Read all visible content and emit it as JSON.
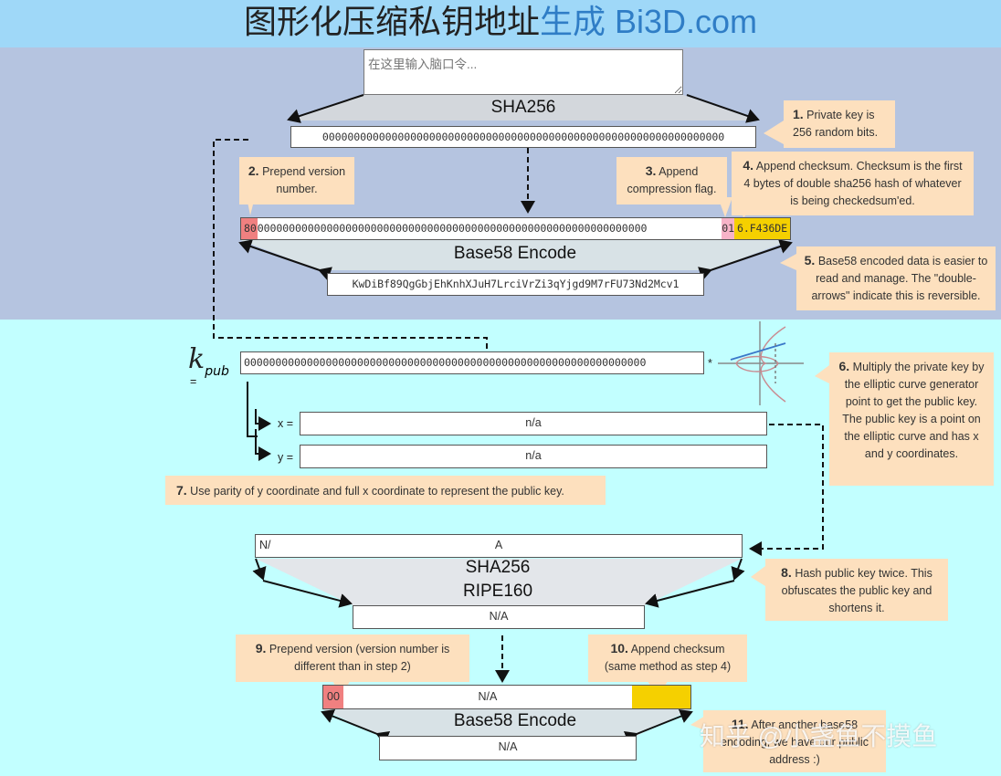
{
  "header": {
    "title_cn": "图形化压缩私钥地址",
    "title_accent": "生成 Bi3D.com"
  },
  "passphrase": {
    "placeholder": "在这里输入脑口令..."
  },
  "labels": {
    "sha256_top": "SHA256",
    "base58_top": "Base58 Encode",
    "sha256_mid": "SHA256",
    "ripe160": "RIPE160",
    "base58_bottom": "Base58 Encode",
    "k_symbol": "k",
    "k_sub": "pub",
    "equals": "=",
    "star": "*",
    "x_label": "x =",
    "y_label": "y ="
  },
  "values": {
    "private_key": "0000000000000000000000000000000000000000000000000000000000000000",
    "ext_prefix": "80",
    "ext_body": "00000000000000000000000000000000000000000000000000000000000000",
    "ext_flag": "01",
    "ext_checksum": "6.F436DE",
    "wif": "KwDiBf89QgGbjEhKnhXJuH7LrciVrZi3qYjgd9M7rFU73Nd2Mcv1",
    "kpub_key": "0000000000000000000000000000000000000000000000000000000000000000",
    "x": "n/a",
    "y": "n/a",
    "pub_left": "N/",
    "pub_center": "A",
    "ripe": "N/A",
    "addr_prefix": "00",
    "addr_body": "N/A",
    "address": "N/A"
  },
  "callouts": {
    "c1_num": "1.",
    "c1_text": "Private key is 256 random bits.",
    "c2_num": "2.",
    "c2_text": "Prepend version number.",
    "c3_num": "3.",
    "c3_text": "Append compression flag.",
    "c4_num": "4.",
    "c4_text": "Append checksum. Checksum is the first 4 bytes of double sha256 hash of whatever is being checkedsum'ed.",
    "c5_num": "5.",
    "c5_text": "Base58 encoded data is easier to read and manage. The \"double-arrows\" indicate this is reversible.",
    "c6_num": "6.",
    "c6_text": "Multiply the private key by the elliptic curve generator point to get the public key. The public key is a point on the elliptic curve and has x and y coordinates.",
    "c7_num": "7.",
    "c7_text": "Use parity of y coordinate and full x coordinate to represent the public key.",
    "c8_num": "8.",
    "c8_text": "Hash public key twice. This obfuscates the public key and shortens it.",
    "c9_num": "9.",
    "c9_text": "Prepend version (version number is different than in step 2)",
    "c10_num": "10.",
    "c10_text": "Append checksum (same method as step 4)",
    "c11_num": "11.",
    "c11_text": "After another base58 encoding, we have our public address :)"
  },
  "watermark": "知乎 @小盏鱼不摸鱼",
  "colors": {
    "header_bg": "#9fd8f8",
    "top_band": "#b5c4e0",
    "bottom_band": "#c2ffff",
    "callout_bg": "#fde0be",
    "version_red": "#f08080",
    "flag_pink": "#f7b3c8",
    "checksum_yellow": "#f5d000",
    "accent_blue": "#2f7dc6"
  }
}
